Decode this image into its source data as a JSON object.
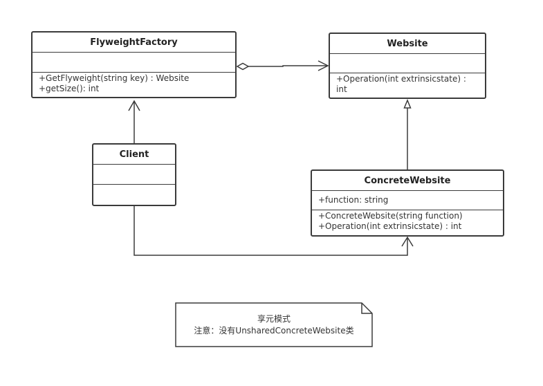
{
  "classes": {
    "flyweight_factory": {
      "name": "FlyweightFactory",
      "operations": [
        "+GetFlyweight(string key) : Website",
        "+getSize(): int"
      ]
    },
    "website": {
      "name": "Website",
      "operations": [
        "+Operation(int extrinsicstate) :",
        "int"
      ]
    },
    "client": {
      "name": "Client"
    },
    "concrete_website": {
      "name": "ConcreteWebsite",
      "attributes": [
        "+function: string"
      ],
      "operations": [
        "+ConcreteWebsite(string function)",
        "+Operation(int extrinsicstate) : int"
      ]
    }
  },
  "note": {
    "lines": [
      "享元模式",
      "注意：没有UnsharedConcreteWebsite类"
    ]
  },
  "colors": {
    "line": "#3a3a3a",
    "text": "#333333",
    "background": "#ffffff"
  }
}
